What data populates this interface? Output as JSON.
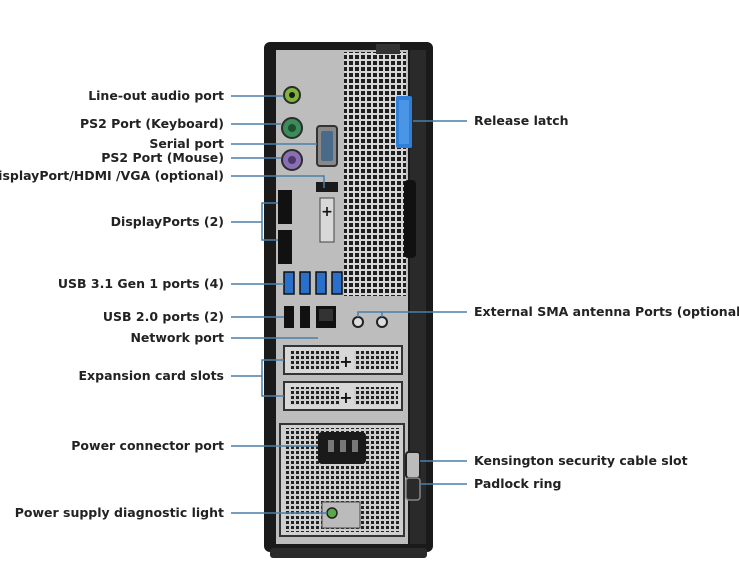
{
  "labels_left": [
    {
      "id": "line-out",
      "text": "Line-out audio port"
    },
    {
      "id": "ps2-keyboard",
      "text": "PS2 Port (Keyboard)"
    },
    {
      "id": "serial",
      "text": "Serial port"
    },
    {
      "id": "ps2-mouse",
      "text": "PS2 Port (Mouse)"
    },
    {
      "id": "dp-hdmi-vga",
      "text": "DisplayPort/HDMI /VGA (optional)"
    },
    {
      "id": "displayports",
      "text": "DisplayPorts (2)"
    },
    {
      "id": "usb31",
      "text": "USB 3.1 Gen 1 ports (4)"
    },
    {
      "id": "usb20",
      "text": "USB 2.0 ports (2)"
    },
    {
      "id": "network",
      "text": "Network port"
    },
    {
      "id": "expansion",
      "text": "Expansion card slots"
    },
    {
      "id": "power-connector",
      "text": "Power connector port"
    },
    {
      "id": "psu-light",
      "text": "Power supply diagnostic light"
    }
  ],
  "labels_right": [
    {
      "id": "release-latch",
      "text": "Release latch"
    },
    {
      "id": "sma",
      "text": "External SMA antenna Ports (optional)"
    },
    {
      "id": "kensington",
      "text": "Kensington security cable slot"
    },
    {
      "id": "padlock",
      "text": "Padlock ring"
    }
  ],
  "colors": {
    "chassis": "#1a1a1a",
    "panel": "#c9c9c9",
    "usb_blue": "#2a6fc9",
    "latch_blue": "#2f7fd8",
    "audio_green": "#7fb53a",
    "ps2_green": "#3c8c5a",
    "ps2_purple": "#8a6fb3",
    "leader": "#4a7ea8"
  }
}
